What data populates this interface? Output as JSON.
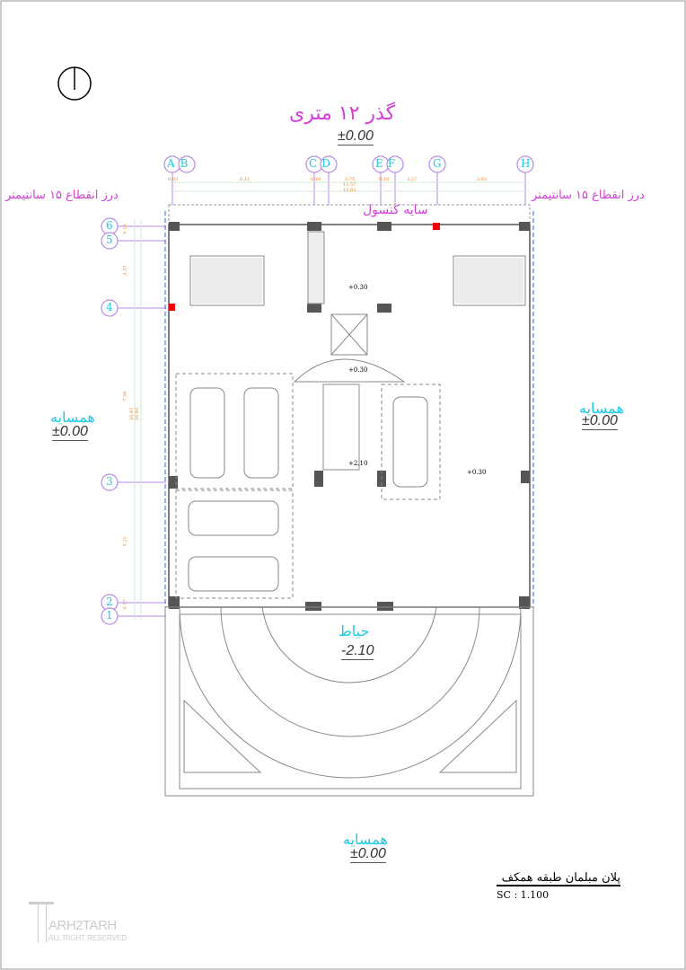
{
  "street_label": "گذر ۱۲ متری",
  "street_level": "±0.00",
  "joint_left": "درز انقطاع ۱۵ سانتیمتر",
  "joint_right": "درز انقطاع ۱۵ سانتیمتر",
  "canopy_label": "سایه کنسول",
  "neighbor_left": {
    "label": "همسایه",
    "level": "±0.00"
  },
  "neighbor_right": {
    "label": "همسایه",
    "level": "±0.00"
  },
  "neighbor_bottom": {
    "label": "همسایه",
    "level": "±0.00"
  },
  "yard": {
    "label": "حیاط",
    "level": "-2.10"
  },
  "grid_cols": [
    "A",
    "B",
    "C",
    "D",
    "E",
    "F",
    "G",
    "H"
  ],
  "grid_rows": [
    "6",
    "5",
    "4",
    "3",
    "2",
    "1"
  ],
  "top_dims": [
    "0.03",
    "6.11",
    "0.18",
    "3.75",
    "13.57",
    "15.63",
    "0.18",
    "3.27",
    "3.83"
  ],
  "left_dims": [
    "0.18",
    "3.33",
    "7.56",
    "16.45",
    "16.80",
    "5.21",
    "0.17"
  ],
  "levels": [
    "+0.30",
    "+0.30",
    "+2.10",
    "+0.30"
  ],
  "title": "پلان مبلمان طبقه همکف",
  "scale": "SC : 1.100",
  "logo": "TARH2TARH ALL RIGHT RESERVED"
}
